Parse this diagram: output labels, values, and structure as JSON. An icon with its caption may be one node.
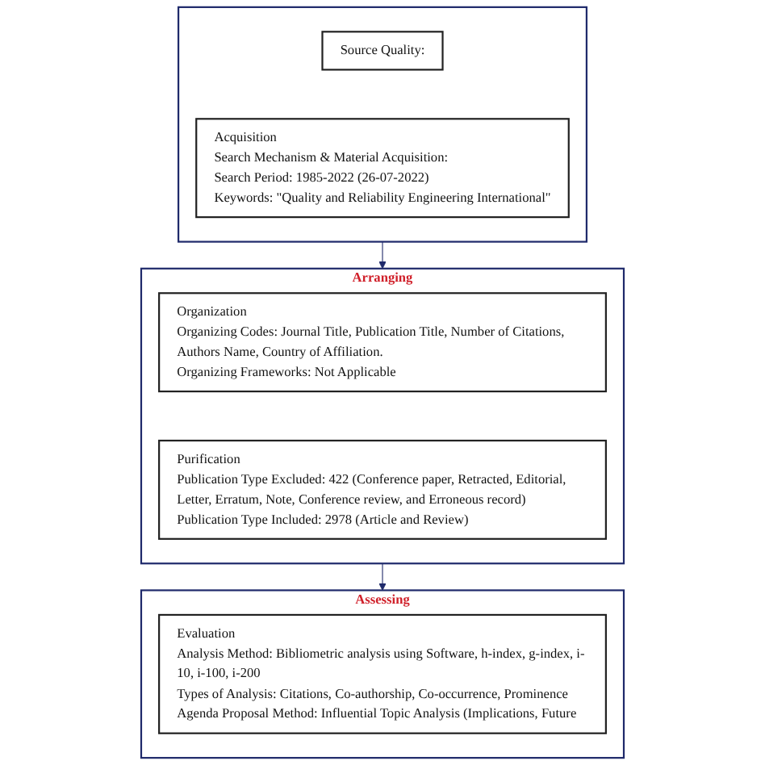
{
  "diagram": {
    "nodes": [
      {
        "text": [],
        "shape": "box"
      },
      {
        "text": [
          "Source Quality:"
        ],
        "in": 0
      },
      {
        "text": [
          "Acquisition",
          "Search Mechanism & Material Acquisition:",
          "Search Period: 1985-2022 (26-07-2022)",
          "Keywords: \"Quality and Reliability Engineering International\""
        ],
        "in": 0
      },
      {
        "text": [
          "Arranging"
        ]
      },
      {
        "text": [
          "Organization",
          "Organizing Codes: Journal Title, Publication Title, Number of Citations, Authors Name, Country of Affiliation.",
          "Organizing Frameworks: Not Applicable"
        ],
        "in": 3
      },
      {
        "text": [
          "Purification",
          "Publication Type Excluded: 422 (Conference paper, Retracted, Editorial, Letter, Erratum, Note, Conference review, and Erroneous record)",
          "Publication Type Included: 2978 (Article and Review)"
        ],
        "in": 3
      },
      {
        "text": [
          "Assessing"
        ]
      },
      {
        "text": [
          "Evaluation",
          "Analysis Method: Bibliometric analysis using Software, h-index, g-index, i-10, i-100, i-200",
          "Types of Analysis: Citations, Co-authorship, Co-occurrence, Prominence",
          "Agenda Proposal Method: Influential Topic Analysis (Implications, Future"
        ],
        "in": 6
      }
    ],
    "edges": [
      {
        "from": 0,
        "to": 3,
        "arrow": "to"
      },
      {
        "from": 3,
        "to": 6,
        "arrow": "to"
      }
    ]
  }
}
